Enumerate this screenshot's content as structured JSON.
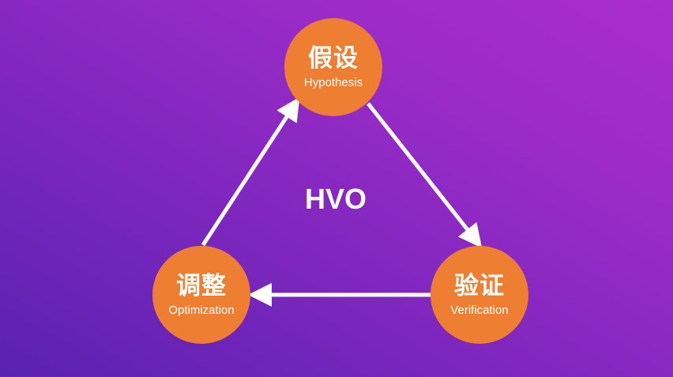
{
  "diagram": {
    "center_label": "HVO",
    "nodes": [
      {
        "id": "hypothesis",
        "zh": "假设",
        "en": "Hypothesis"
      },
      {
        "id": "verification",
        "zh": "验证",
        "en": "Verification"
      },
      {
        "id": "optimization",
        "zh": "调整",
        "en": "Optimization"
      }
    ],
    "edges": [
      {
        "from": "hypothesis",
        "to": "verification"
      },
      {
        "from": "verification",
        "to": "optimization"
      },
      {
        "from": "optimization",
        "to": "hypothesis"
      }
    ]
  },
  "colors": {
    "node_fill": "#ee7e31",
    "arrow": "#ffffff",
    "text": "#ffffff",
    "background_start": "#5a22b0",
    "background_end": "#aa2ccd"
  }
}
